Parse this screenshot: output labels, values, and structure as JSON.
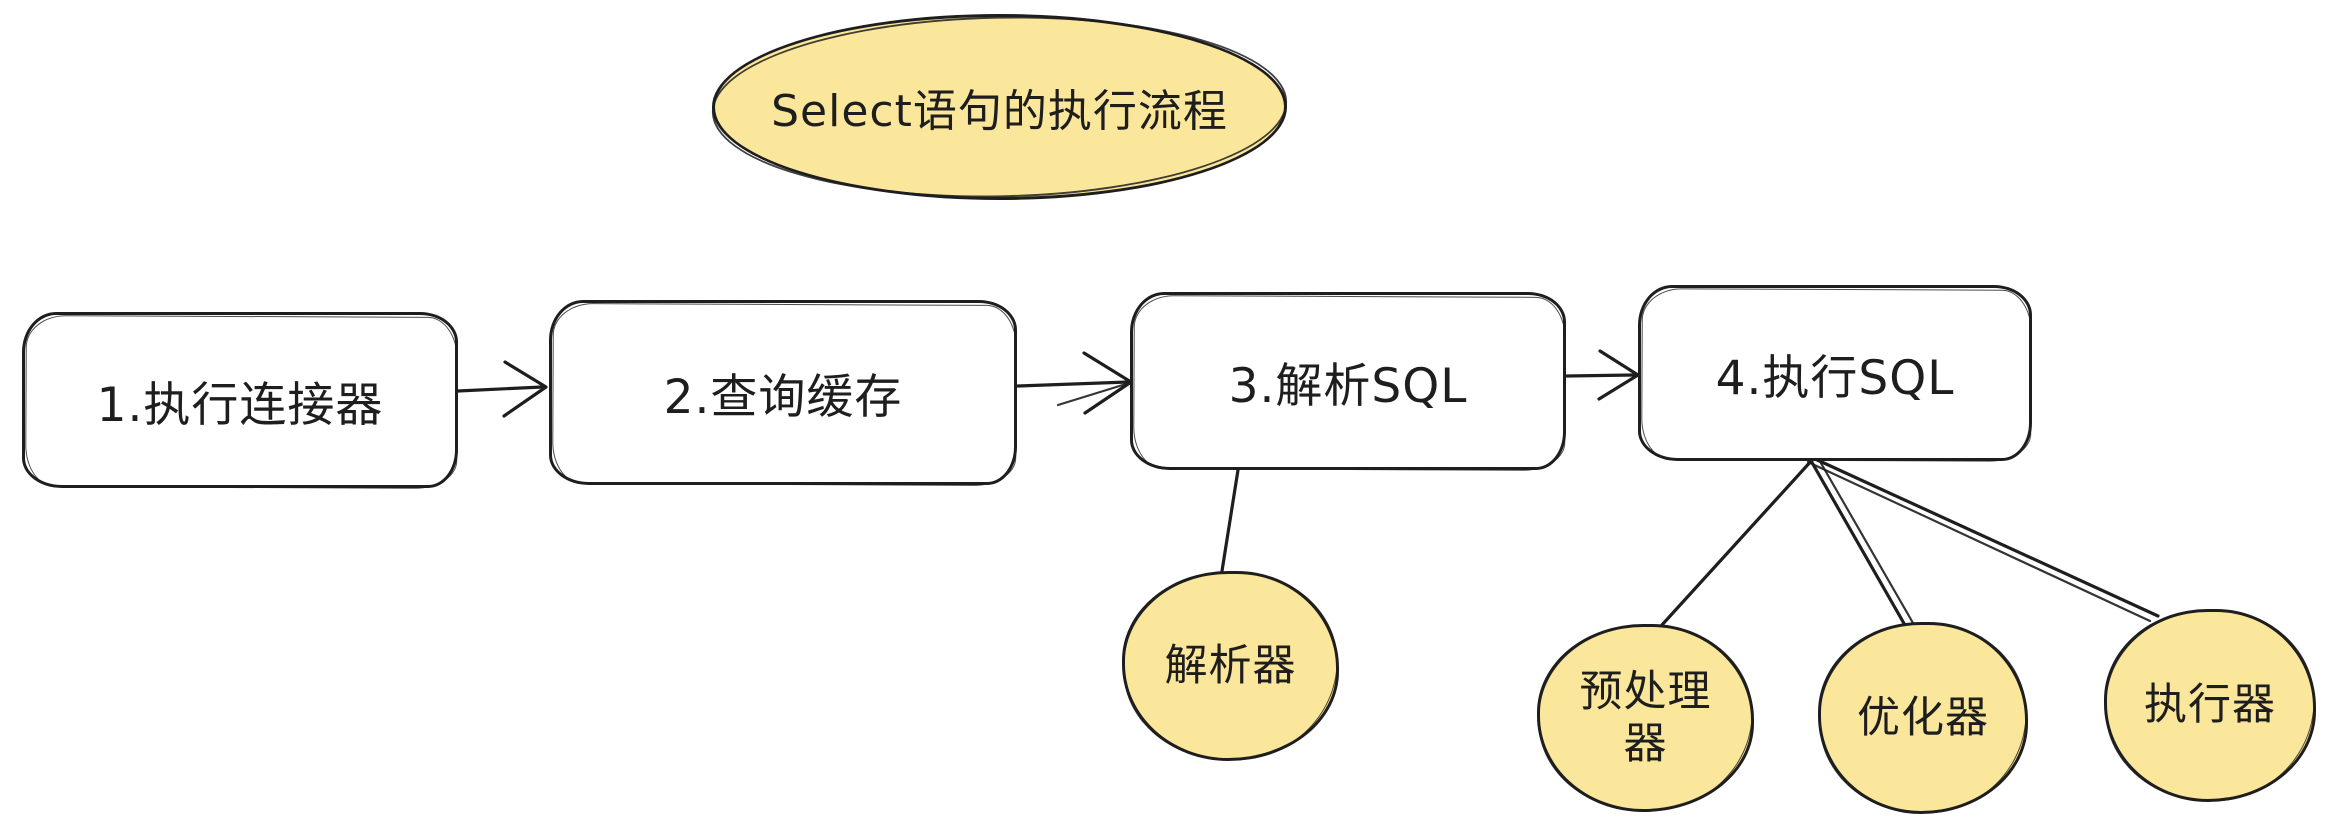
{
  "diagram": {
    "background_color": "#ffffff",
    "stroke_color": "#1e1e1e",
    "highlight_fill_color": "#fbe79b",
    "title": {
      "label": "Select语句的执行流程",
      "shape": "ellipse"
    },
    "steps": [
      {
        "label": "1.执行连接器"
      },
      {
        "label": "2.查询缓存"
      },
      {
        "label": "3.解析SQL"
      },
      {
        "label": "4.执行SQL"
      }
    ],
    "modules": [
      {
        "label": "解析器"
      },
      {
        "label": "预处理器"
      },
      {
        "label": "优化器"
      },
      {
        "label": "执行器"
      }
    ],
    "connections": [
      {
        "from": "1.执行连接器",
        "to": "2.查询缓存",
        "type": "arrow"
      },
      {
        "from": "2.查询缓存",
        "to": "3.解析SQL",
        "type": "arrow"
      },
      {
        "from": "3.解析SQL",
        "to": "4.执行SQL",
        "type": "arrow"
      },
      {
        "from": "3.解析SQL",
        "to": "解析器",
        "type": "line"
      },
      {
        "from": "4.执行SQL",
        "to": "预处理器",
        "type": "line"
      },
      {
        "from": "4.执行SQL",
        "to": "优化器",
        "type": "line"
      },
      {
        "from": "4.执行SQL",
        "to": "执行器",
        "type": "line"
      }
    ]
  }
}
